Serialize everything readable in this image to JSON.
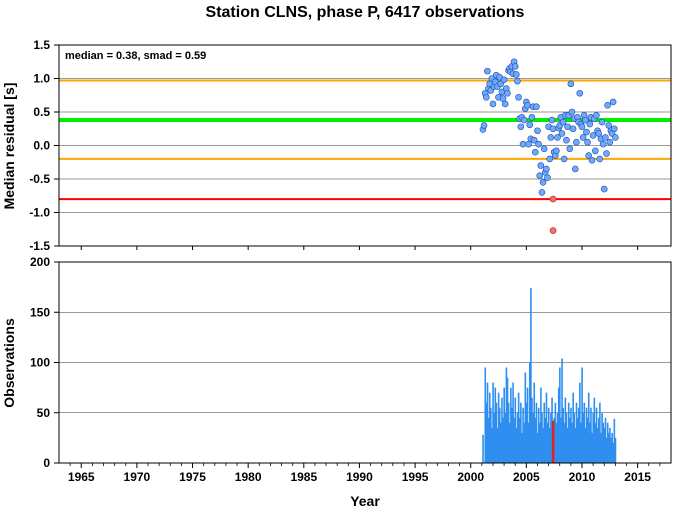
{
  "title": "Station CLNS, phase P, 6417 observations",
  "chart_data": [
    {
      "type": "scatter",
      "ylabel": "Median residual [s]",
      "ylim": [
        -1.5,
        1.5
      ],
      "xlim": [
        1963,
        2018
      ],
      "yticks": [
        "1.5",
        "1.0",
        "0.5",
        "0.0",
        "-0.5",
        "-1.0",
        "-1.5"
      ],
      "ytick_values": [
        1.5,
        1.0,
        0.5,
        0.0,
        -0.5,
        -1.0,
        -1.5
      ],
      "annotation": "median = 0.38, smad = 0.59",
      "reference_lines": [
        {
          "y": 0.97,
          "color": "#ffa500"
        },
        {
          "y": 0.38,
          "color": "#00ee00"
        },
        {
          "y": -0.2,
          "color": "#ffa500"
        },
        {
          "y": -0.8,
          "color": "#ff0000"
        }
      ],
      "point_color": "#6fa8ff",
      "outlier_color": "#ff6a6a",
      "grid": true,
      "points": [
        [
          2001.1,
          0.24
        ],
        [
          2001.2,
          0.3
        ],
        [
          2001.3,
          0.78
        ],
        [
          2001.4,
          0.72
        ],
        [
          2001.5,
          1.11
        ],
        [
          2001.6,
          0.85
        ],
        [
          2001.7,
          0.92
        ],
        [
          2001.8,
          0.82
        ],
        [
          2001.9,
          1.0
        ],
        [
          2002.0,
          0.62
        ],
        [
          2002.1,
          0.88
        ],
        [
          2002.2,
          0.95
        ],
        [
          2002.3,
          1.05
        ],
        [
          2002.4,
          0.88
        ],
        [
          2002.5,
          0.72
        ],
        [
          2002.6,
          1.02
        ],
        [
          2002.7,
          0.92
        ],
        [
          2002.8,
          0.8
        ],
        [
          2002.9,
          0.7
        ],
        [
          2003.0,
          0.98
        ],
        [
          2003.1,
          0.62
        ],
        [
          2003.2,
          0.85
        ],
        [
          2003.3,
          0.78
        ],
        [
          2003.4,
          1.12
        ],
        [
          2003.5,
          1.15
        ],
        [
          2003.6,
          1.1
        ],
        [
          2003.7,
          1.18
        ],
        [
          2003.8,
          1.07
        ],
        [
          2003.9,
          1.25
        ],
        [
          2004.0,
          1.18
        ],
        [
          2004.1,
          1.06
        ],
        [
          2004.2,
          0.96
        ],
        [
          2004.3,
          0.72
        ],
        [
          2004.4,
          0.4
        ],
        [
          2004.5,
          0.28
        ],
        [
          2004.6,
          0.42
        ],
        [
          2004.7,
          0.02
        ],
        [
          2004.8,
          0.38
        ],
        [
          2004.9,
          0.55
        ],
        [
          2005.0,
          0.65
        ],
        [
          2005.1,
          0.6
        ],
        [
          2005.2,
          0.02
        ],
        [
          2005.3,
          0.31
        ],
        [
          2005.4,
          0.1
        ],
        [
          2005.5,
          0.42
        ],
        [
          2005.6,
          0.58
        ],
        [
          2005.7,
          0.08
        ],
        [
          2005.8,
          -0.1
        ],
        [
          2005.9,
          0.58
        ],
        [
          2006.0,
          0.22
        ],
        [
          2006.1,
          0.02
        ],
        [
          2006.2,
          -0.45
        ],
        [
          2006.3,
          -0.3
        ],
        [
          2006.4,
          -0.7
        ],
        [
          2006.5,
          -0.55
        ],
        [
          2006.6,
          -0.05
        ],
        [
          2006.7,
          -0.4
        ],
        [
          2006.8,
          -0.35
        ],
        [
          2006.9,
          -0.48
        ],
        [
          2007.0,
          0.28
        ],
        [
          2007.1,
          -0.2
        ],
        [
          2007.2,
          0.12
        ],
        [
          2007.3,
          0.38
        ],
        [
          2007.4,
          0.25
        ],
        [
          2007.5,
          -0.1
        ],
        [
          2007.6,
          -0.15
        ],
        [
          2007.7,
          -0.08
        ],
        [
          2007.8,
          0.12
        ],
        [
          2007.9,
          0.26
        ],
        [
          2008.0,
          0.3
        ],
        [
          2008.1,
          0.42
        ],
        [
          2008.2,
          0.18
        ],
        [
          2008.3,
          0.35
        ],
        [
          2008.4,
          -0.2
        ],
        [
          2008.5,
          0.45
        ],
        [
          2008.6,
          0.08
        ],
        [
          2008.7,
          0.28
        ],
        [
          2008.8,
          0.45
        ],
        [
          2008.9,
          -0.05
        ],
        [
          2009.0,
          0.92
        ],
        [
          2009.1,
          0.5
        ],
        [
          2009.2,
          0.25
        ],
        [
          2009.3,
          0.4
        ],
        [
          2009.4,
          -0.35
        ],
        [
          2009.5,
          0.05
        ],
        [
          2009.6,
          0.42
        ],
        [
          2009.7,
          0.35
        ],
        [
          2009.8,
          0.78
        ],
        [
          2009.9,
          0.32
        ],
        [
          2010.0,
          0.28
        ],
        [
          2010.1,
          0.12
        ],
        [
          2010.2,
          0.45
        ],
        [
          2010.3,
          0.38
        ],
        [
          2010.4,
          0.2
        ],
        [
          2010.5,
          0.05
        ],
        [
          2010.6,
          -0.15
        ],
        [
          2010.7,
          0.32
        ],
        [
          2010.8,
          0.42
        ],
        [
          2010.9,
          -0.22
        ],
        [
          2011.0,
          0.15
        ],
        [
          2011.1,
          0.4
        ],
        [
          2011.2,
          -0.08
        ],
        [
          2011.3,
          0.45
        ],
        [
          2011.4,
          0.22
        ],
        [
          2011.5,
          0.18
        ],
        [
          2011.6,
          -0.2
        ],
        [
          2011.7,
          0.1
        ],
        [
          2011.8,
          0.35
        ],
        [
          2011.9,
          0.02
        ],
        [
          2012.0,
          -0.65
        ],
        [
          2012.1,
          0.12
        ],
        [
          2012.2,
          -0.12
        ],
        [
          2012.3,
          0.6
        ],
        [
          2012.4,
          0.3
        ],
        [
          2012.5,
          0.05
        ],
        [
          2012.6,
          0.22
        ],
        [
          2012.7,
          0.18
        ],
        [
          2012.8,
          0.65
        ],
        [
          2012.9,
          0.25
        ],
        [
          2013.0,
          0.12
        ]
      ],
      "outliers": [
        [
          2007.4,
          -0.8
        ],
        [
          2007.4,
          -1.27
        ]
      ]
    },
    {
      "type": "bar",
      "ylabel": "Observations",
      "xlabel": "Year",
      "ylim": [
        0,
        200
      ],
      "xlim": [
        1963,
        2018
      ],
      "yticks": [
        "200",
        "150",
        "100",
        "50",
        "0"
      ],
      "ytick_values": [
        200,
        150,
        100,
        50,
        0
      ],
      "xticks": [
        "1965",
        "1970",
        "1975",
        "1980",
        "1985",
        "1990",
        "1995",
        "2000",
        "2005",
        "2010",
        "2015"
      ],
      "xtick_values": [
        1965,
        1970,
        1975,
        1980,
        1985,
        1990,
        1995,
        2000,
        2005,
        2010,
        2015
      ],
      "bar_color": "#2f8ff0",
      "highlight_color": "#e2231a",
      "grid": true,
      "bars": [
        [
          2001.1,
          28
        ],
        [
          2001.3,
          95
        ],
        [
          2001.4,
          60
        ],
        [
          2001.5,
          80
        ],
        [
          2001.6,
          45
        ],
        [
          2001.7,
          70
        ],
        [
          2001.8,
          55
        ],
        [
          2001.9,
          35
        ],
        [
          2002.0,
          80
        ],
        [
          2002.1,
          50
        ],
        [
          2002.2,
          75
        ],
        [
          2002.3,
          60
        ],
        [
          2002.4,
          35
        ],
        [
          2002.5,
          70
        ],
        [
          2002.6,
          55
        ],
        [
          2002.7,
          40
        ],
        [
          2002.8,
          65
        ],
        [
          2002.9,
          45
        ],
        [
          2003.0,
          75
        ],
        [
          2003.1,
          50
        ],
        [
          2003.2,
          95
        ],
        [
          2003.3,
          85
        ],
        [
          2003.4,
          60
        ],
        [
          2003.5,
          40
        ],
        [
          2003.6,
          75
        ],
        [
          2003.7,
          55
        ],
        [
          2003.8,
          80
        ],
        [
          2003.9,
          45
        ],
        [
          2004.0,
          65
        ],
        [
          2004.1,
          35
        ],
        [
          2004.2,
          50
        ],
        [
          2004.3,
          70
        ],
        [
          2004.4,
          45
        ],
        [
          2004.5,
          60
        ],
        [
          2004.6,
          30
        ],
        [
          2004.7,
          55
        ],
        [
          2004.8,
          40
        ],
        [
          2004.9,
          90
        ],
        [
          2005.0,
          60
        ],
        [
          2005.1,
          75
        ],
        [
          2005.2,
          40
        ],
        [
          2005.3,
          100
        ],
        [
          2005.4,
          174
        ],
        [
          2005.5,
          65
        ],
        [
          2005.6,
          50
        ],
        [
          2005.7,
          80
        ],
        [
          2005.8,
          45
        ],
        [
          2005.9,
          60
        ],
        [
          2006.0,
          30
        ],
        [
          2006.1,
          55
        ],
        [
          2006.2,
          40
        ],
        [
          2006.3,
          75
        ],
        [
          2006.4,
          50
        ],
        [
          2006.5,
          35
        ],
        [
          2006.6,
          60
        ],
        [
          2006.7,
          45
        ],
        [
          2006.8,
          70
        ],
        [
          2006.9,
          40
        ],
        [
          2007.0,
          55
        ],
        [
          2007.1,
          35
        ],
        [
          2007.2,
          50
        ],
        [
          2007.3,
          65
        ],
        [
          2007.5,
          45
        ],
        [
          2007.6,
          60
        ],
        [
          2007.7,
          40
        ],
        [
          2007.8,
          50
        ],
        [
          2007.9,
          75
        ],
        [
          2008.0,
          95
        ],
        [
          2008.1,
          45
        ],
        [
          2008.2,
          104
        ],
        [
          2008.3,
          55
        ],
        [
          2008.4,
          40
        ],
        [
          2008.5,
          65
        ],
        [
          2008.6,
          50
        ],
        [
          2008.7,
          35
        ],
        [
          2008.8,
          60
        ],
        [
          2008.9,
          45
        ],
        [
          2009.0,
          55
        ],
        [
          2009.1,
          40
        ],
        [
          2009.2,
          70
        ],
        [
          2009.3,
          50
        ],
        [
          2009.4,
          35
        ],
        [
          2009.5,
          60
        ],
        [
          2009.6,
          45
        ],
        [
          2009.7,
          55
        ],
        [
          2009.8,
          80
        ],
        [
          2009.9,
          40
        ],
        [
          2010.0,
          95
        ],
        [
          2010.1,
          50
        ],
        [
          2010.2,
          60
        ],
        [
          2010.3,
          35
        ],
        [
          2010.4,
          55
        ],
        [
          2010.5,
          45
        ],
        [
          2010.6,
          70
        ],
        [
          2010.7,
          40
        ],
        [
          2010.8,
          55
        ],
        [
          2010.9,
          30
        ],
        [
          2011.0,
          50
        ],
        [
          2011.1,
          65
        ],
        [
          2011.2,
          40
        ],
        [
          2011.3,
          55
        ],
        [
          2011.4,
          35
        ],
        [
          2011.5,
          45
        ],
        [
          2011.6,
          60
        ],
        [
          2011.7,
          30
        ],
        [
          2011.8,
          50
        ],
        [
          2011.9,
          40
        ],
        [
          2012.0,
          35
        ],
        [
          2012.1,
          45
        ],
        [
          2012.2,
          25
        ],
        [
          2012.3,
          40
        ],
        [
          2012.4,
          30
        ],
        [
          2012.5,
          35
        ],
        [
          2012.6,
          25
        ],
        [
          2012.7,
          30
        ],
        [
          2012.8,
          20
        ],
        [
          2012.9,
          44
        ],
        [
          2013.0,
          25
        ]
      ],
      "highlight_bars": [
        [
          2007.4,
          42
        ]
      ]
    }
  ]
}
